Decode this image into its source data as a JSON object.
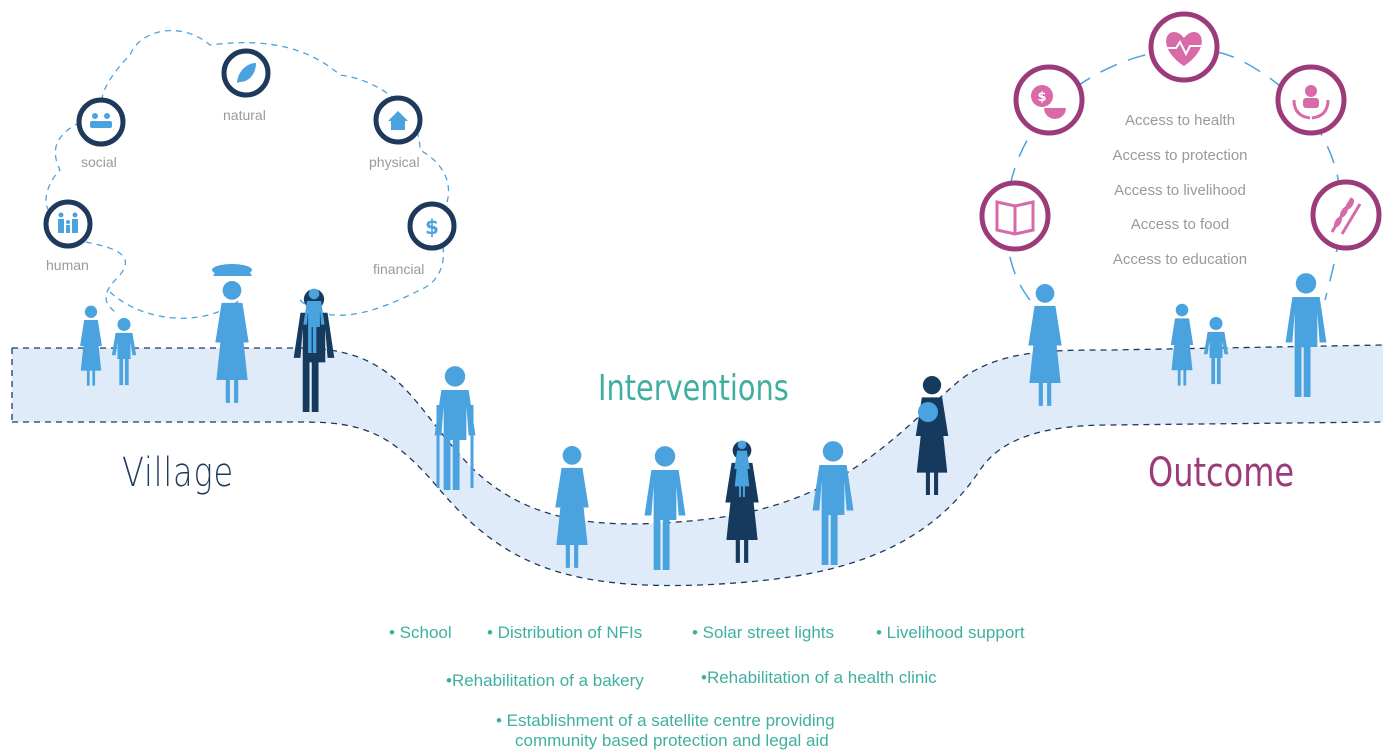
{
  "capitals": {
    "natural": "natural",
    "social": "social",
    "physical": "physical",
    "human": "human",
    "financial": "financial"
  },
  "titles": {
    "village": "Village",
    "interventions": "Interventions",
    "outcome": "Outcome"
  },
  "outcomes": [
    "Access to health",
    "Access to protection",
    "Access to livelihood",
    "Access to food",
    "Access to education"
  ],
  "interventions": [
    "• School",
    "• Distribution of NFIs",
    "• Solar street lights",
    "• Livelihood support",
    "•Rehabilitation of a bakery",
    "•Rehabilitation of a health clinic",
    "• Establishment of a satellite centre providing",
    "community based protection and legal aid"
  ],
  "colors": {
    "navy": "#1d3a5c",
    "blue": "#4aa3df",
    "dark_figure": "#163a5e",
    "teal": "#3fb0a0",
    "purple": "#9b3b7a",
    "pink": "#d86aa8",
    "road": "#dfebf9"
  },
  "icons": {
    "natural": "leaf-icon",
    "social": "handshake-icon",
    "physical": "house-icon",
    "human": "family-icon",
    "financial": "dollar-icon",
    "health": "heart-pulse-icon",
    "livelihood": "money-bag-icon",
    "protection": "hands-person-icon",
    "education": "book-icon",
    "food": "wheat-icon"
  }
}
